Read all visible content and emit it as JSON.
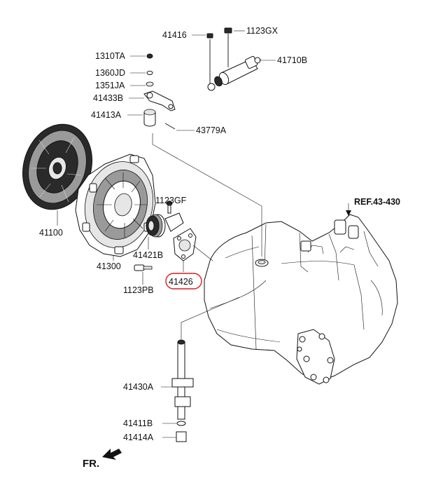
{
  "labels": {
    "p41416": "41416",
    "p1123GX": "1123GX",
    "p1310TA": "1310TA",
    "p41710B": "41710B",
    "p1360JD": "1360JD",
    "p1351JA": "1351JA",
    "p41433B": "41433B",
    "p41413A": "41413A",
    "p43779A": "43779A",
    "p41100": "41100",
    "p1123GF": "1123GF",
    "pREF": "REF.43-430",
    "p41421B": "41421B",
    "p41300": "41300",
    "p41426": "41426",
    "p1123PB": "1123PB",
    "p41430A": "41430A",
    "p41411B": "41411B",
    "p41414A": "41414A",
    "pFR": "FR."
  },
  "highlight": {
    "part": "41426",
    "color": "#d81e1e"
  }
}
